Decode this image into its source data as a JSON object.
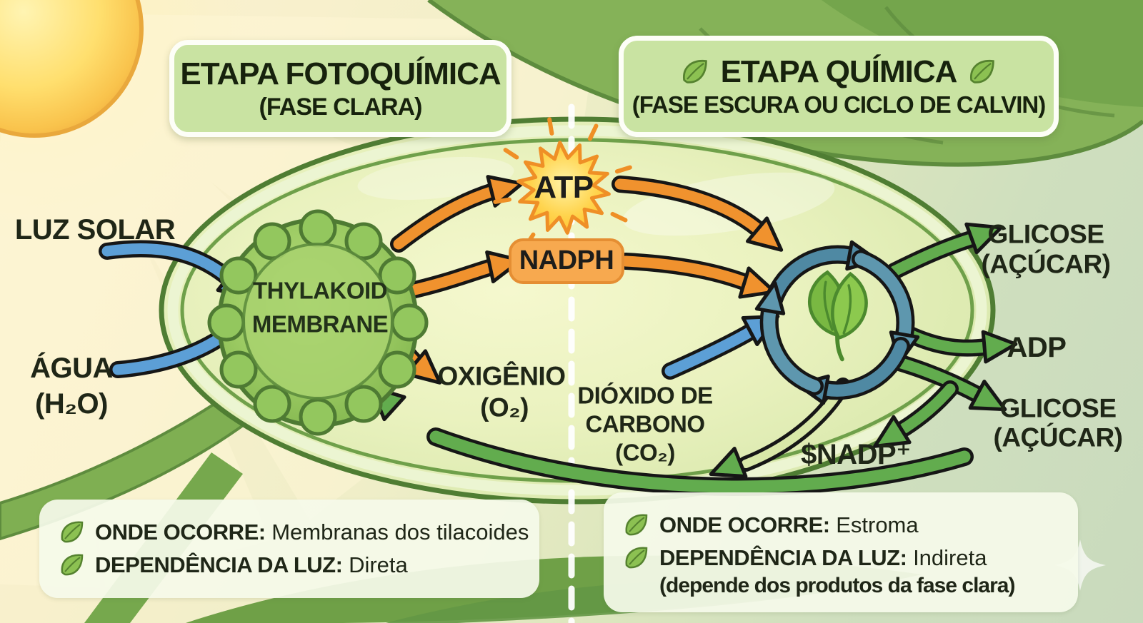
{
  "headers": {
    "photochemical": {
      "title": "ETAPA FOTOQUÍMICA",
      "subtitle": "(FASE CLARA)"
    },
    "chemical": {
      "title": "ETAPA QUÍMICA",
      "subtitle": "(FASE ESCURA OU CICLO DE CALVIN)"
    }
  },
  "light_stage": {
    "sunlight_label": "LUZ SOLAR",
    "water_label": "ÁGUA",
    "water_formula": "(H₂O)",
    "organelle_line1": "THYLAKOID",
    "organelle_line2": "MEMBRANE",
    "atp_label": "ATP",
    "nadph_label": "NADPH",
    "oxygen_label": "OXIGÊNIO",
    "oxygen_formula": "(O₂)"
  },
  "dark_stage": {
    "co2_line1": "DIÓXIDO DE",
    "co2_line2": "CARBONO",
    "co2_formula": "(CO₂)",
    "nadp_label": "$NADP⁺",
    "glucose_top_line1": "GLICOSE",
    "glucose_top_line2": "(AÇÚCAR)",
    "adp_label": "ADP",
    "glucose_bottom_line1": "GLICOSE",
    "glucose_bottom_line2": "(AÇÚCAR)"
  },
  "info_boxes": {
    "left": {
      "where_label": "ONDE OCORRE:",
      "where_value": "Membranas dos tilacoides",
      "light_label": "DEPENDÊNCIA DA LUZ:",
      "light_value": "Direta"
    },
    "right": {
      "where_label": "ONDE OCORRE:",
      "where_value": "Estroma",
      "light_label": "DEPENDÊNCIA DA LUZ:",
      "light_value": "Indireta",
      "light_note": "(depende dos produtos da fase clara)"
    }
  },
  "colors": {
    "arrow_orange": "#F0922E",
    "arrow_blue": "#5C9FD6",
    "arrow_green": "#62AC4E",
    "cycle_teal": "#4F89A3",
    "header_fill": "#C9E3A2",
    "atp_star": "#FFD44E",
    "nadph_pill": "#F7A94F"
  }
}
